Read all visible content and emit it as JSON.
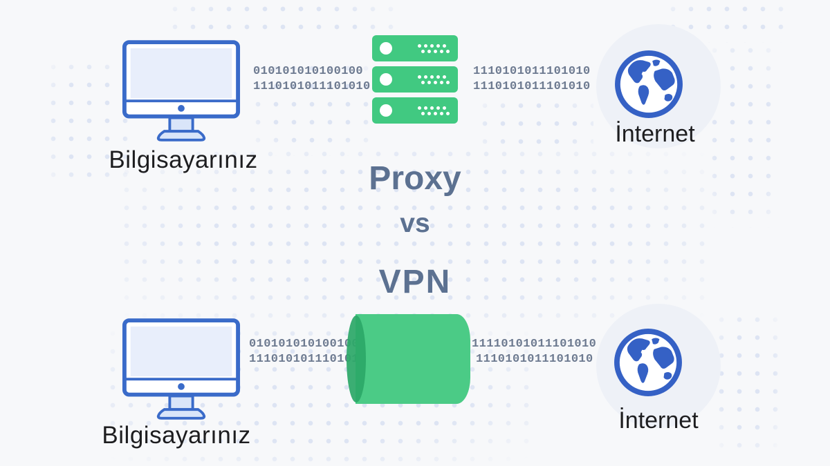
{
  "title": {
    "line1": "Proxy",
    "line2": "vs",
    "line3": "VPN"
  },
  "proxy_flow": {
    "computer_label": "Bilgisayarınız",
    "binary_left": {
      "line1": "010101010100100",
      "line2": "1110101011101010"
    },
    "binary_right": {
      "line1": "1110101011101010",
      "line2": "1110101011101010"
    },
    "internet_label": "İnternet"
  },
  "vpn_flow": {
    "computer_label": "Bilgisayarınız",
    "binary_left": {
      "line1": "010101010100100",
      "line2": "1110101011101010"
    },
    "binary_right": {
      "line1": "11110101011101010",
      "line2": "1110101011101010"
    },
    "internet_label": "İnternet"
  },
  "icons": {
    "computer": "desktop-computer-icon",
    "proxy": "proxy-server-stack-icon",
    "vpn": "vpn-tunnel-icon",
    "internet": "internet-globe-icon"
  },
  "colors": {
    "background": "#f7f8fa",
    "map_dots": "#dde4f3",
    "server_green": "#41c981",
    "tunnel_green": "#4bcb86",
    "tunnel_cap_green": "#2ca868",
    "device_blue": "#3a6bc9",
    "globe_blue": "#3561c5",
    "title_slate": "#5c7191",
    "binary_gray": "#6d7a90",
    "label_black": "#1d1d1f"
  }
}
